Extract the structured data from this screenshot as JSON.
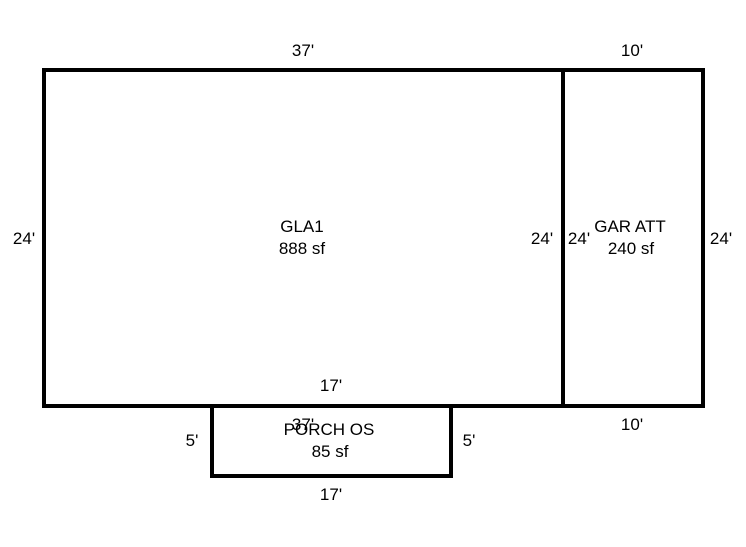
{
  "sketch": {
    "gla": {
      "name": "GLA1",
      "area": "888 sf",
      "dim_top": "37'",
      "dim_bottom_inner": "37'",
      "dim_left": "24'",
      "dim_right": "24'"
    },
    "garage": {
      "name": "GAR ATT",
      "area": "240 sf",
      "dim_top": "10'",
      "dim_bottom": "10'",
      "dim_left": "24'",
      "dim_right": "24'"
    },
    "porch": {
      "name": "PORCH OS",
      "area": "85 sf",
      "dim_top": "17'",
      "dim_bottom": "17'",
      "dim_left": "5'",
      "dim_right": "5'"
    }
  }
}
